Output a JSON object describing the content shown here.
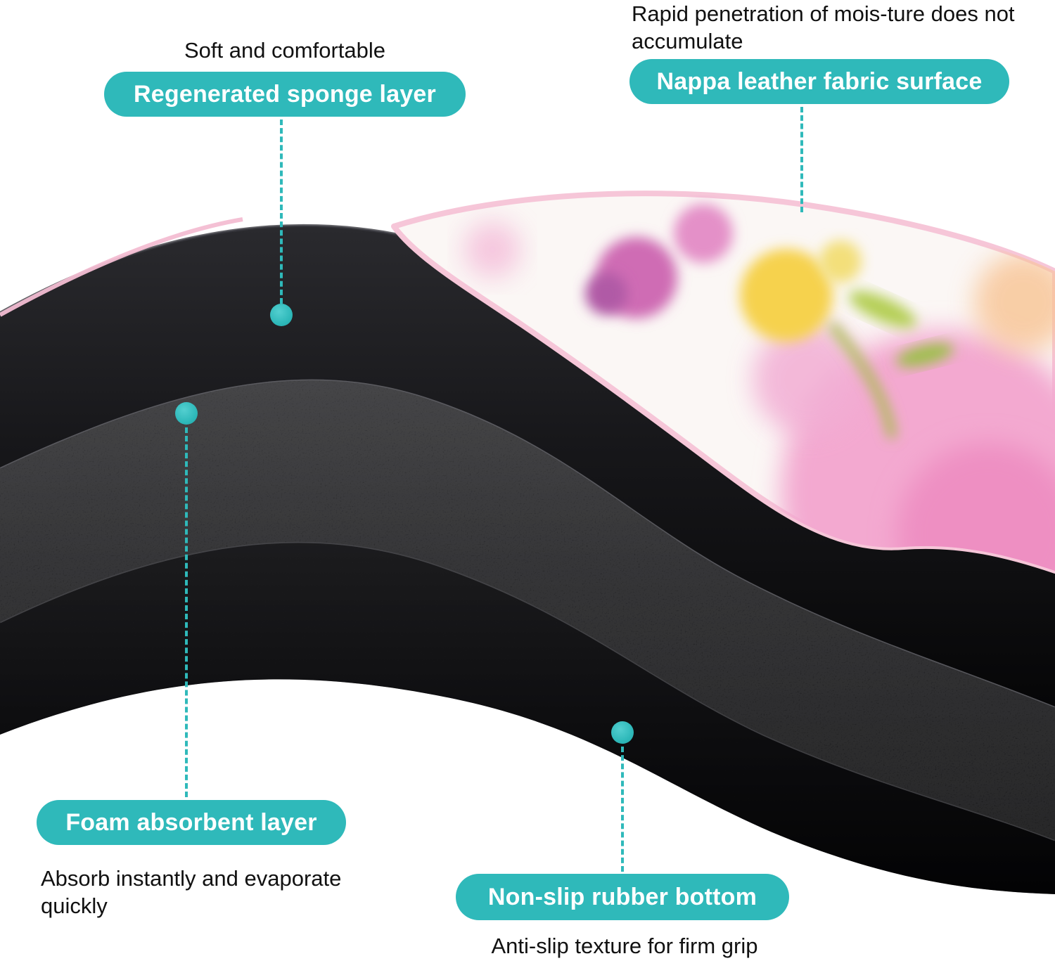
{
  "callouts": {
    "sponge": {
      "note": "Soft and comfortable",
      "label": "Regenerated sponge layer"
    },
    "nappa": {
      "note": "Rapid penetration of mois-ture does not accumulate",
      "label": "Nappa leather fabric surface"
    },
    "foam": {
      "label": "Foam absorbent layer",
      "note": "Absorb instantly and evaporate quickly"
    },
    "rubber": {
      "label": "Non-slip rubber bottom",
      "note": "Anti-slip texture for firm grip"
    }
  },
  "colors": {
    "teal": "#2fb9ba",
    "pill_text": "#ffffff",
    "note_text": "#111111",
    "rim_pink": "#f6c6d8",
    "mat_black": "#141416"
  }
}
